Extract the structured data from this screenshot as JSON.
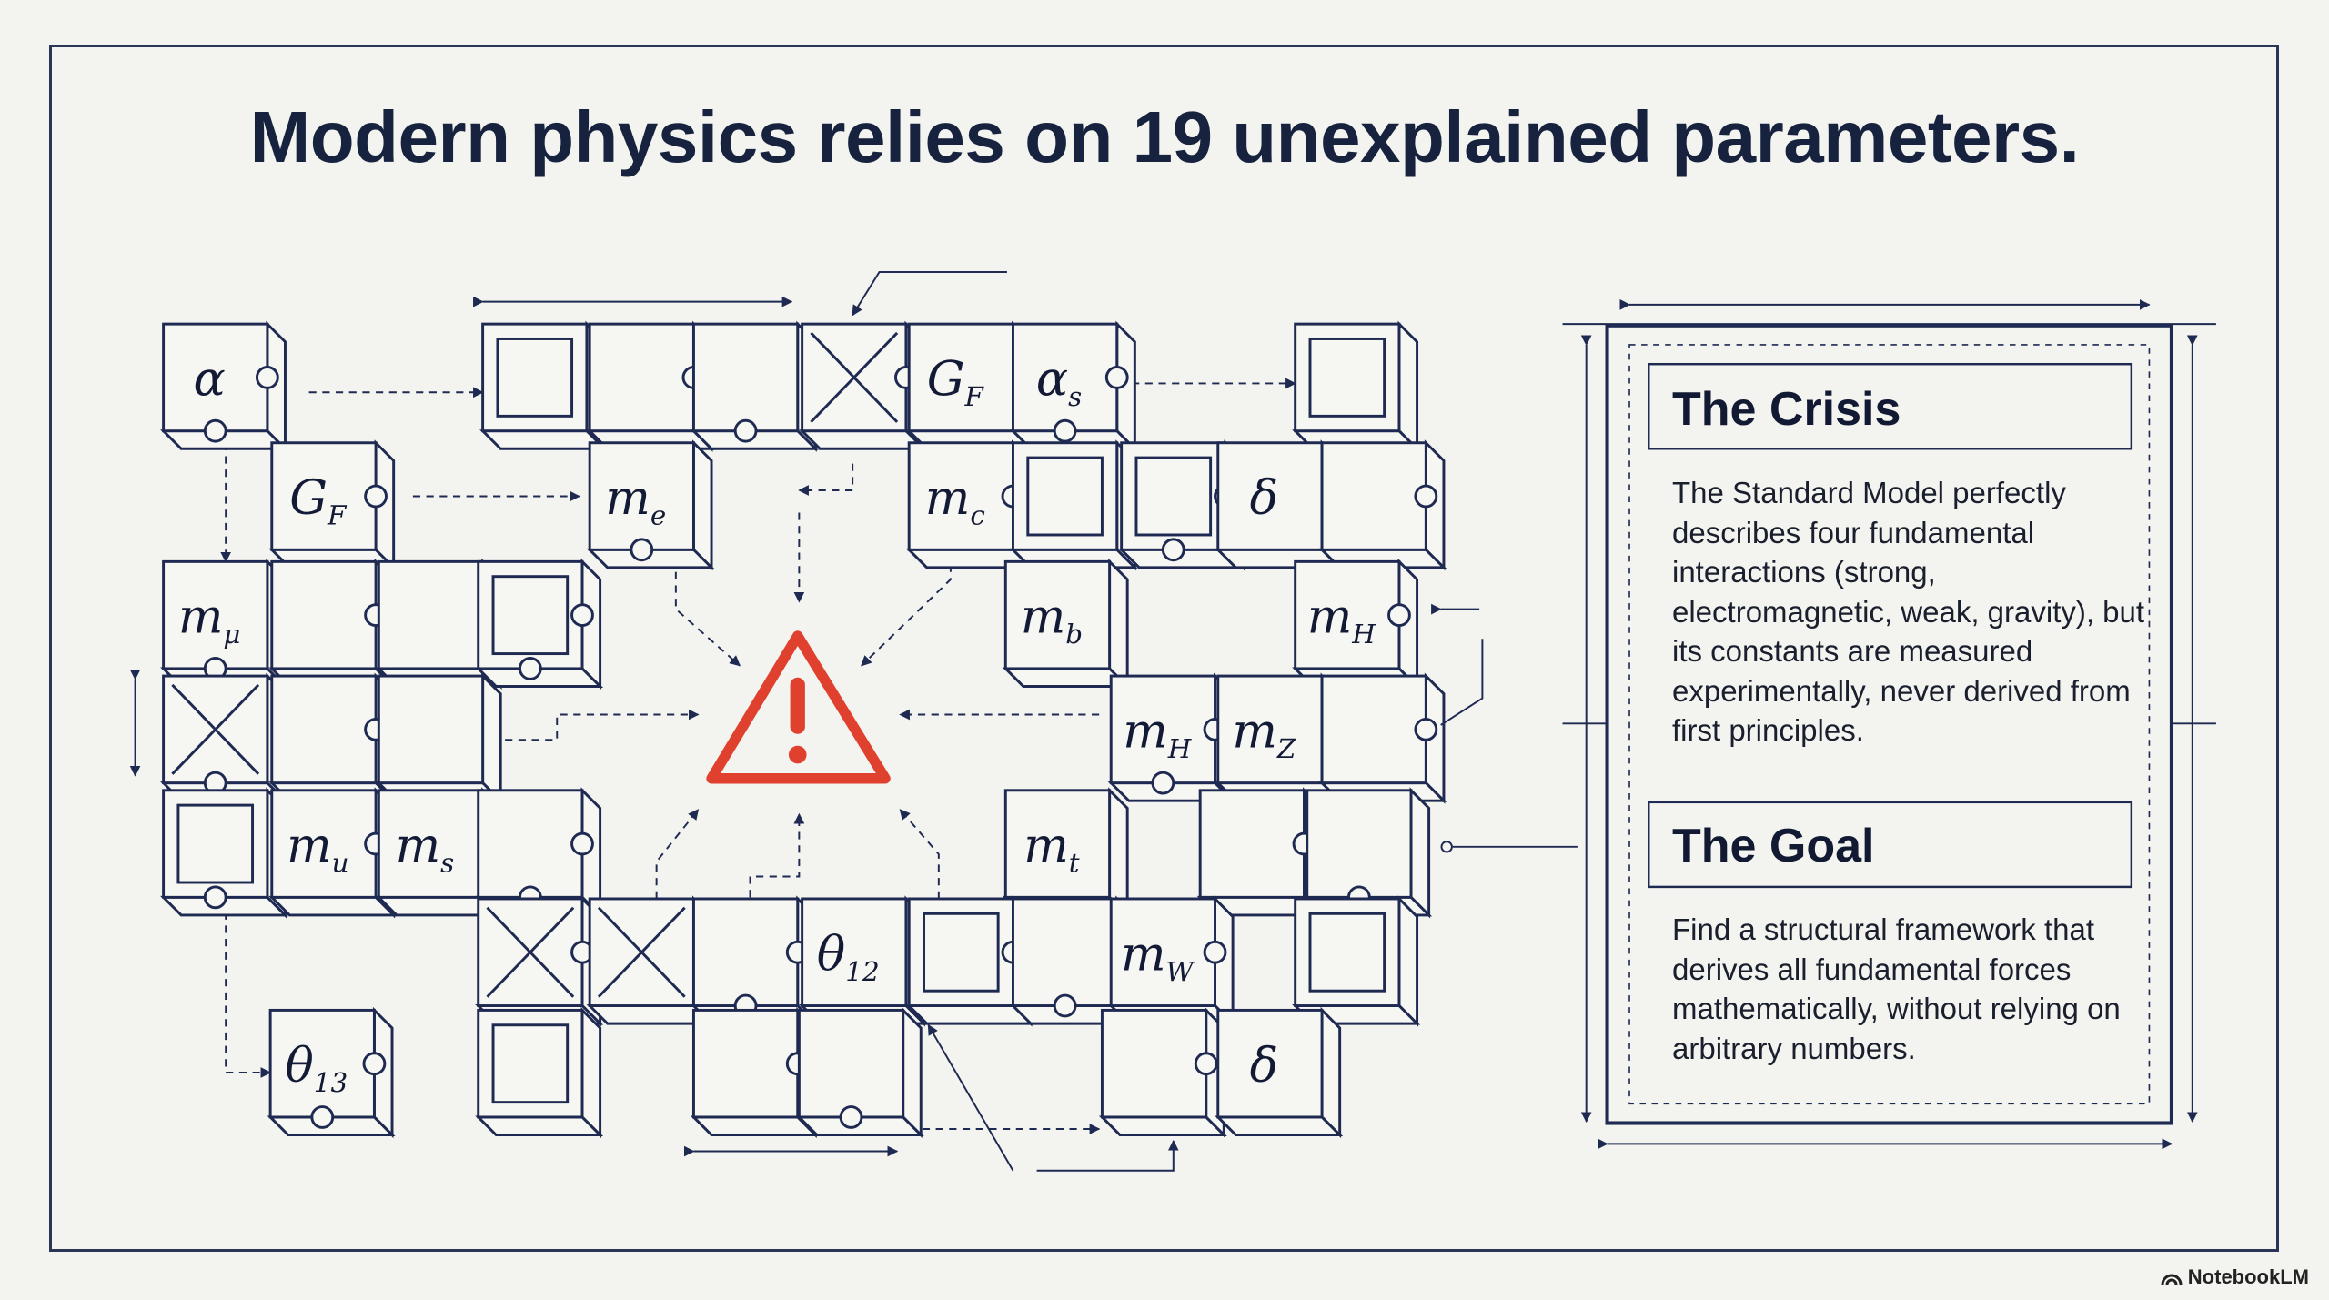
{
  "title": "Modern physics relies on 19 unexplained parameters.",
  "puzzle_labels": [
    {
      "base": "α"
    },
    {
      "base": "G",
      "sub": "F"
    },
    {
      "base": "m",
      "sub": "e"
    },
    {
      "base": "G",
      "sub": "F"
    },
    {
      "base": "α",
      "sub": "s"
    },
    {
      "base": "m",
      "sub": "c"
    },
    {
      "base": "δ"
    },
    {
      "base": "m",
      "sub": "μ"
    },
    {
      "base": "m",
      "sub": "b"
    },
    {
      "base": "m",
      "sub": "H"
    },
    {
      "base": "m",
      "sub": "H"
    },
    {
      "base": "m",
      "sub": "Z"
    },
    {
      "base": "m",
      "sub": "u"
    },
    {
      "base": "m",
      "sub": "s"
    },
    {
      "base": "m",
      "sub": "t"
    },
    {
      "base": "θ",
      "sub": "12"
    },
    {
      "base": "m",
      "sub": "W"
    },
    {
      "base": "θ",
      "sub": "13"
    },
    {
      "base": "δ"
    }
  ],
  "crisis": {
    "heading": "The Crisis",
    "body": "The Standard Model perfectly describes four fundamental interactions (strong, electromagnetic, weak, gravity), but its constants are measured experimentally, never derived from first principles."
  },
  "goal": {
    "heading": "The Goal",
    "body": "Find a structural framework that derives all fundamental forces mathematically, without relying on arbitrary numbers."
  },
  "brand": "NotebookLM",
  "colors": {
    "ink": "#1f2a52",
    "warning": "#e0412f",
    "background": "#f3f3ef"
  }
}
